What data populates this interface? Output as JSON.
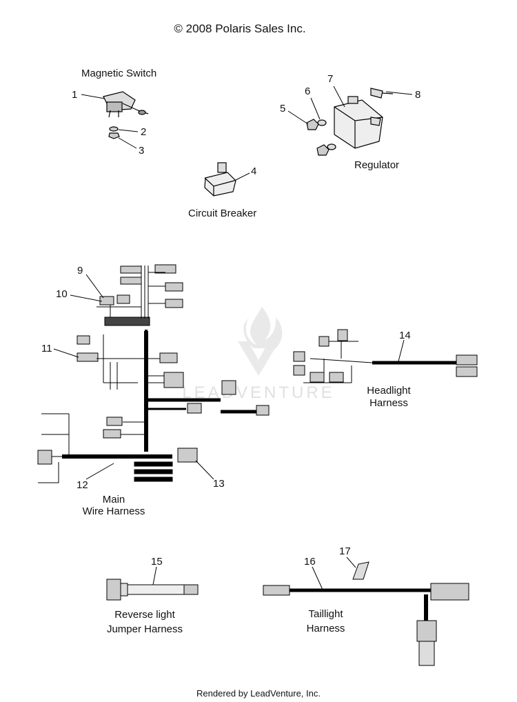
{
  "header": {
    "copyright": "© 2008 Polaris Sales Inc."
  },
  "labels": {
    "magnetic_switch": "Magnetic Switch",
    "regulator": "Regulator",
    "circuit_breaker": "Circuit Breaker",
    "headlight_1": "Headlight",
    "headlight_2": "Harness",
    "main_1": "Main",
    "main_2": "Wire Harness",
    "reverse_1": "Reverse light",
    "reverse_2": "Jumper Harness",
    "taillight_1": "Taillight",
    "taillight_2": "Harness"
  },
  "callouts": {
    "n1": "1",
    "n2": "2",
    "n3": "3",
    "n4": "4",
    "n5": "5",
    "n6": "6",
    "n7": "7",
    "n8": "8",
    "n9": "9",
    "n10": "10",
    "n11": "11",
    "n12": "12",
    "n13": "13",
    "n14": "14",
    "n15": "15",
    "n16": "16",
    "n17": "17"
  },
  "watermark": "LEADVENTURE",
  "footer": {
    "text": "Rendered by LeadVenture, Inc."
  }
}
